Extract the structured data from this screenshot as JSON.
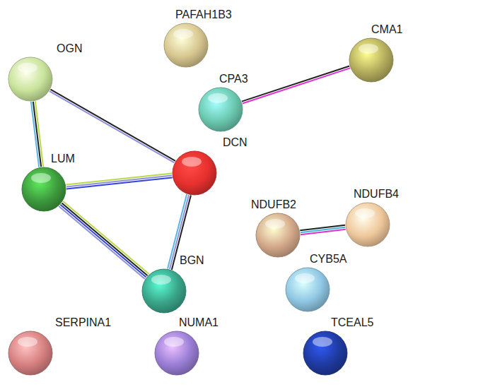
{
  "diagram": {
    "nodes": [
      {
        "text": [
          "OGN"
        ]
      },
      {
        "text": [
          "PAFAH1B3"
        ]
      },
      {
        "text": [
          "CMA1"
        ]
      },
      {
        "text": [
          "CPA3"
        ]
      },
      {
        "text": [
          "DCN"
        ]
      },
      {
        "text": [
          "LUM"
        ]
      },
      {
        "text": [
          "NDUFB4"
        ]
      },
      {
        "text": [
          "NDUFB2"
        ]
      },
      {
        "text": [
          "CYB5A"
        ]
      },
      {
        "text": [
          "BGN"
        ]
      },
      {
        "text": [
          "SERPINA1"
        ]
      },
      {
        "text": [
          "NUMA1"
        ]
      },
      {
        "text": [
          "TCEAL5"
        ]
      }
    ],
    "edges": [
      {
        "from": 0,
        "to": 5,
        "arrow": "none"
      },
      {
        "from": 0,
        "to": 4,
        "arrow": "none"
      },
      {
        "from": 5,
        "to": 4,
        "arrow": "none"
      },
      {
        "from": 5,
        "to": 9,
        "arrow": "none"
      },
      {
        "from": 4,
        "to": 9,
        "arrow": "none"
      },
      {
        "from": 3,
        "to": 2,
        "arrow": "none"
      },
      {
        "from": 7,
        "to": 6,
        "arrow": "none"
      }
    ]
  }
}
